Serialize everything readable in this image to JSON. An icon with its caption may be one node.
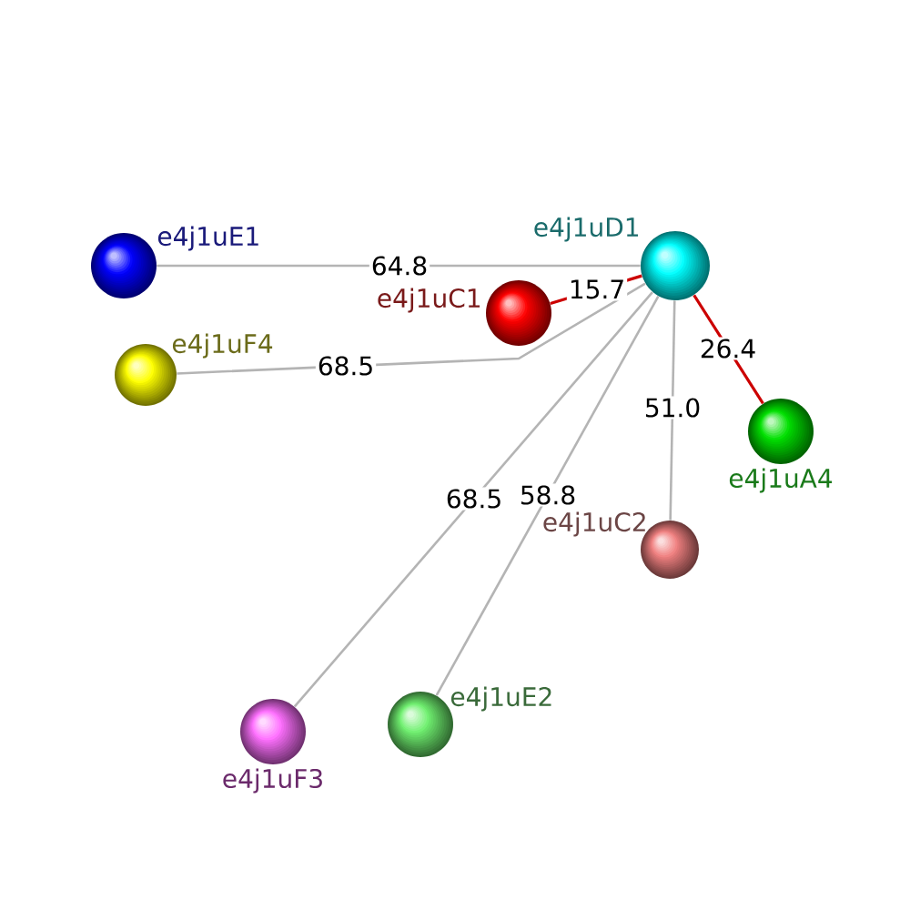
{
  "diagram": {
    "nodes": [
      {
        "text": [
          "e4j1uE1"
        ]
      },
      {
        "text": [
          "e4j1uC1"
        ]
      },
      {
        "text": [
          "e4j1uD1"
        ]
      },
      {
        "text": [
          "e4j1uF4"
        ]
      },
      {
        "text": [
          "e4j1uA4"
        ]
      },
      {
        "text": [
          "e4j1uC2"
        ]
      },
      {
        "text": [
          "e4j1uF3"
        ]
      },
      {
        "text": [
          "e4j1uE2"
        ]
      }
    ],
    "edges": [
      {
        "from": 0,
        "to": 2,
        "arrow": "none",
        "label": "64.8"
      },
      {
        "from": 3,
        "to": 2,
        "arrow": "none",
        "label": "68.5"
      },
      {
        "from": 1,
        "to": 2,
        "arrow": "none",
        "label": "15.7",
        "color": "#cc0000"
      },
      {
        "from": 2,
        "to": 4,
        "arrow": "none",
        "label": "26.4",
        "color": "#cc0000"
      },
      {
        "from": 2,
        "to": 5,
        "arrow": "none",
        "label": "51.0"
      },
      {
        "from": 2,
        "to": 6,
        "arrow": "none",
        "label": "68.5"
      },
      {
        "from": 2,
        "to": 7,
        "arrow": "none",
        "label": "58.8"
      }
    ]
  }
}
